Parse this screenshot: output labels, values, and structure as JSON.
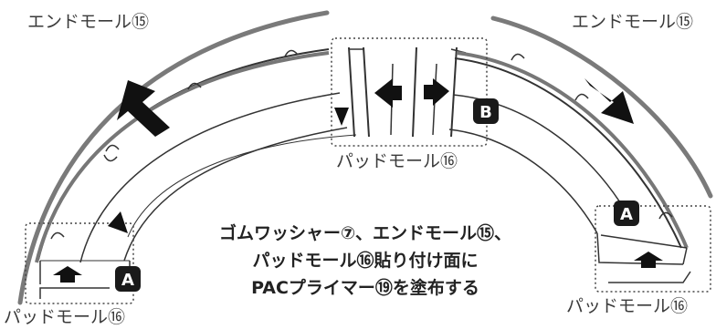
{
  "labels": {
    "end_mole_left": "エンドモール⑮",
    "end_mole_right": "エンドモール⑮",
    "pad_mole_center": "パッドモール⑯",
    "pad_mole_left": "パッドモール⑯",
    "pad_mole_right": "パッドモール⑯"
  },
  "badges": {
    "a_left": "A",
    "a_right": "A",
    "b_center": "B"
  },
  "caption": [
    "ゴムワッシャー⑦、エンドモール⑮、",
    "パッドモール⑯貼り付け面に",
    "PACプライマー⑲を塗布する"
  ],
  "colors": {
    "strip": "#7a7a7a",
    "line": "#333333",
    "arrow": "#111111",
    "badge": "#1a1a1a",
    "dotted_box": "#444444"
  }
}
